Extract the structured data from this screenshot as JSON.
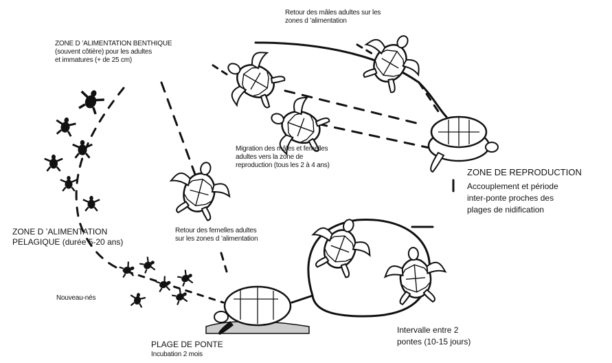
{
  "diagram": {
    "labels": {
      "retour_males": "Retour des mâles adultes sur les\nzones d ’alimentation",
      "zone_benthique": "ZONE D ’ALIMENTATION BENTHIQUE\n(souvent côtière) pour les adultes\net immatures (+ de 25 cm)",
      "migration": "Migration des       mâles et femelles\nadultes vers          la zone de\nreproduction (tous les 2 à 4 ans)",
      "zone_reproduction_title": "ZONE DE REPRODUCTION",
      "zone_reproduction_desc": "Accouplement et période\ninter-ponte proches des\nplages de nidification",
      "zone_pelagique": "ZONE D ’ALIMENTATION\nPELAGIQUE (durée 5-20 ans)",
      "retour_femelles": "Retour des femelles adultes\nsur les zones d ’alimentation",
      "nouveau_nes": "Nouveau-nés",
      "intervalle": "Intervalle entre 2\npontes (10-15 jours)",
      "plage_title": "PLAGE DE PONTE",
      "plage_desc": "Incubation 2 mois"
    },
    "colors": {
      "ink": "#111111",
      "shell": "#ffffff"
    }
  }
}
